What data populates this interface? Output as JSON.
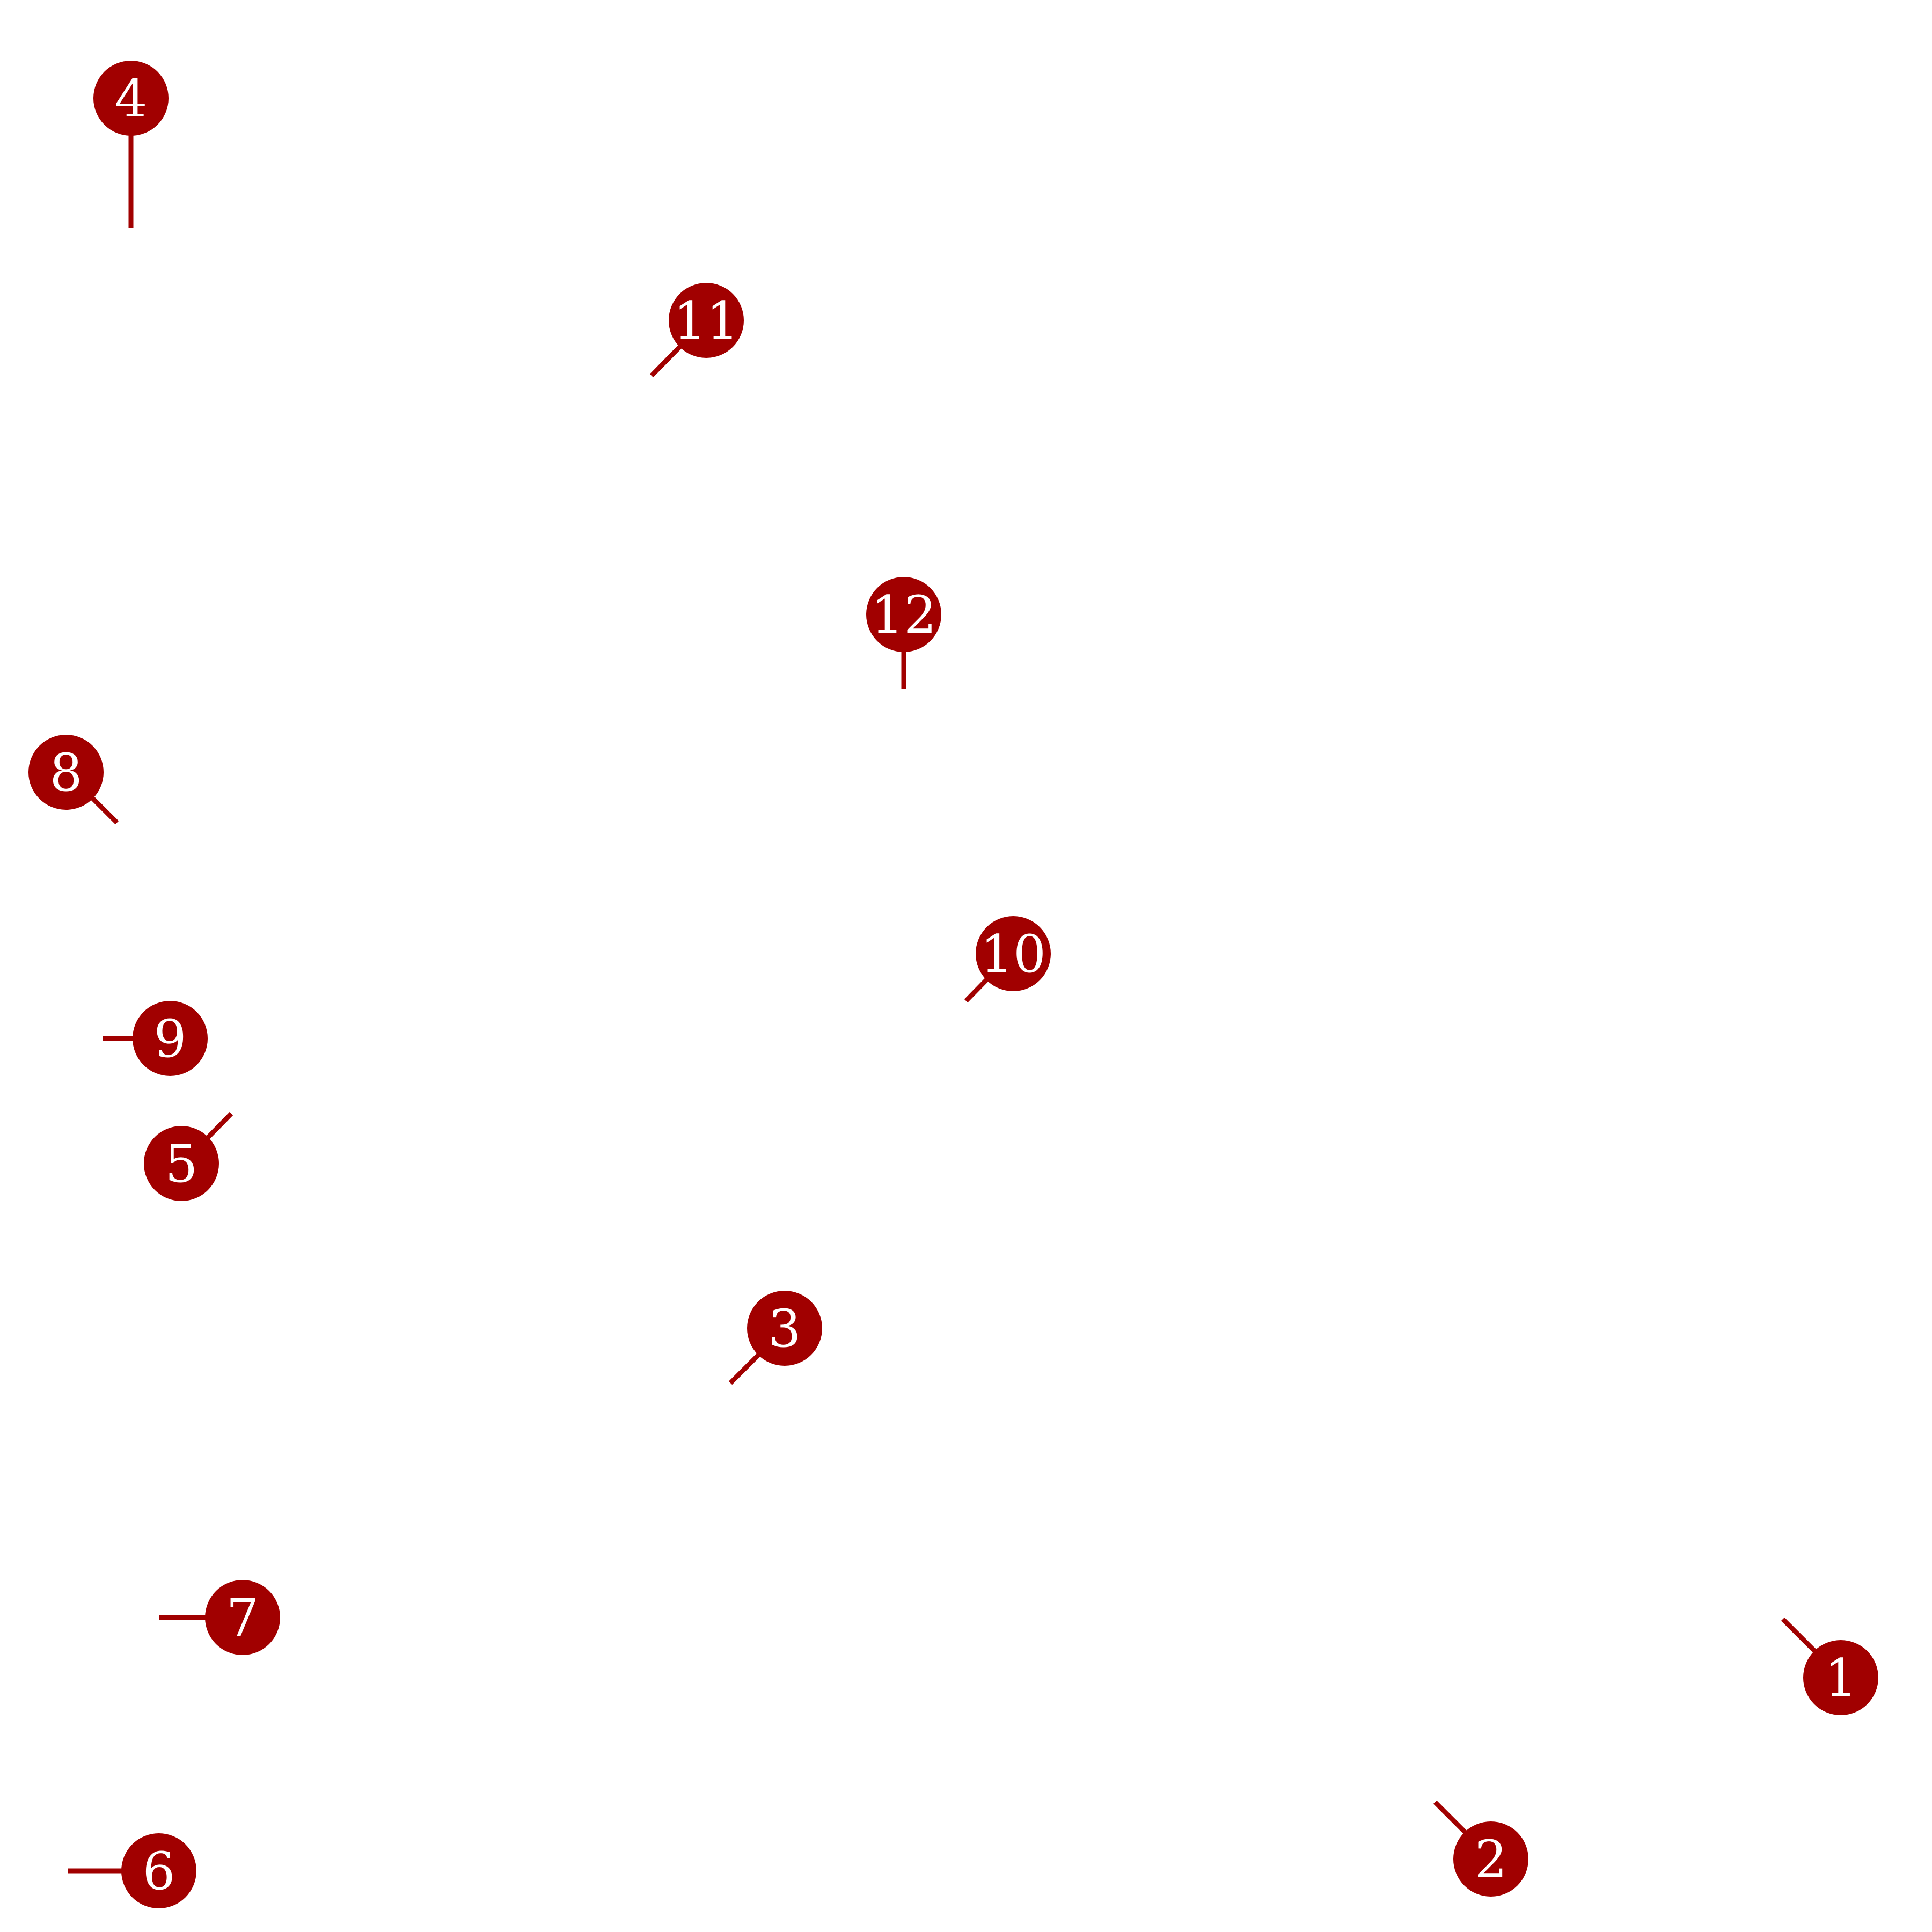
{
  "colors": {
    "marker": "#a10000",
    "label": "#ffffff",
    "background": "#ffffff"
  },
  "markers": [
    {
      "label": "1"
    },
    {
      "label": "2"
    },
    {
      "label": "3"
    },
    {
      "label": "4"
    },
    {
      "label": "5"
    },
    {
      "label": "6"
    },
    {
      "label": "7"
    },
    {
      "label": "8"
    },
    {
      "label": "9"
    },
    {
      "label": "10"
    },
    {
      "label": "11"
    },
    {
      "label": "12"
    }
  ]
}
